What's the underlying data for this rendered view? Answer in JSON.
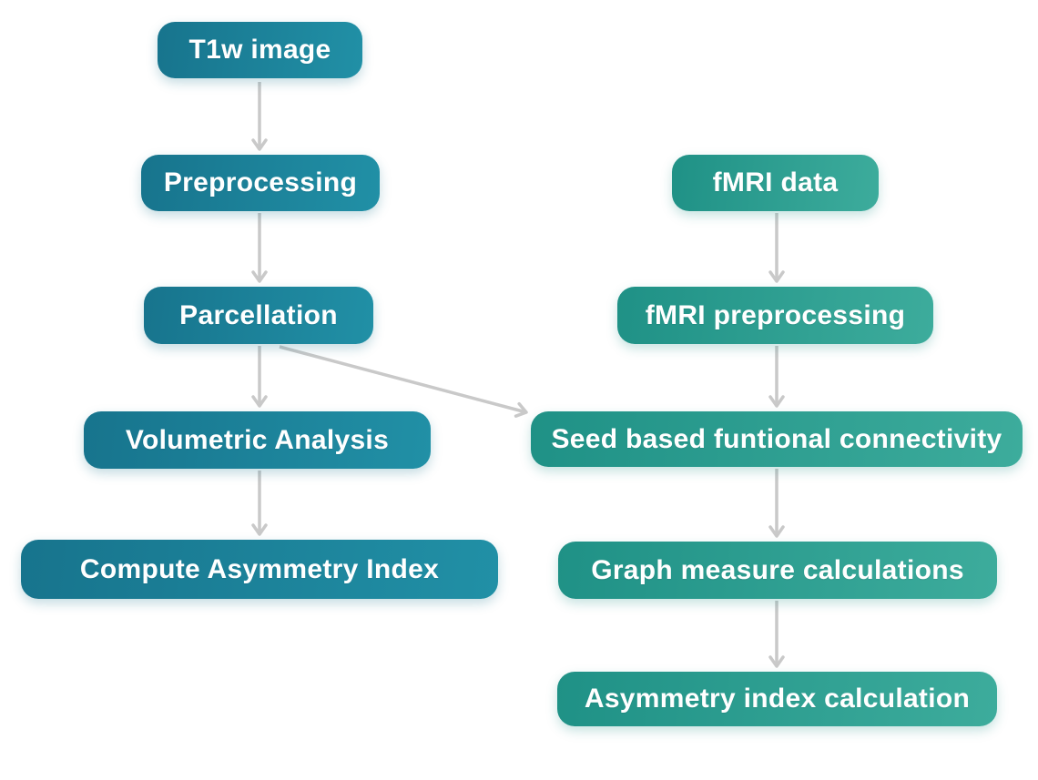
{
  "diagram": {
    "type": "flowchart",
    "colors": {
      "background": "#ffffff",
      "arrow": "#c9c9c9",
      "structural_gradient": [
        "#17748d",
        "#2190a6"
      ],
      "functional_gradient": [
        "#1f9186",
        "#3dac9c"
      ],
      "text": "#ffffff"
    },
    "nodes": [
      {
        "id": "t1w-image",
        "label": "T1w image",
        "branch": "structural"
      },
      {
        "id": "preprocessing",
        "label": "Preprocessing",
        "branch": "structural"
      },
      {
        "id": "parcellation",
        "label": "Parcellation",
        "branch": "structural"
      },
      {
        "id": "volumetric-analysis",
        "label": "Volumetric Analysis",
        "branch": "structural"
      },
      {
        "id": "compute-asymmetry-index",
        "label": "Compute Asymmetry Index",
        "branch": "structural"
      },
      {
        "id": "fmri-data",
        "label": "fMRI data",
        "branch": "functional"
      },
      {
        "id": "fmri-preprocessing",
        "label": "fMRI preprocessing",
        "branch": "functional"
      },
      {
        "id": "seed-based-functional-connectivity",
        "label": "Seed based funtional connectivity",
        "branch": "functional"
      },
      {
        "id": "graph-measure-calculations",
        "label": "Graph measure calculations",
        "branch": "functional"
      },
      {
        "id": "asymmetry-index-calculation",
        "label": "Asymmetry index calculation",
        "branch": "functional"
      }
    ],
    "edges": [
      {
        "from": "t1w-image",
        "to": "preprocessing"
      },
      {
        "from": "preprocessing",
        "to": "parcellation"
      },
      {
        "from": "parcellation",
        "to": "volumetric-analysis"
      },
      {
        "from": "volumetric-analysis",
        "to": "compute-asymmetry-index"
      },
      {
        "from": "parcellation",
        "to": "seed-based-functional-connectivity"
      },
      {
        "from": "fmri-data",
        "to": "fmri-preprocessing"
      },
      {
        "from": "fmri-preprocessing",
        "to": "seed-based-functional-connectivity"
      },
      {
        "from": "seed-based-functional-connectivity",
        "to": "graph-measure-calculations"
      },
      {
        "from": "graph-measure-calculations",
        "to": "asymmetry-index-calculation"
      }
    ]
  }
}
